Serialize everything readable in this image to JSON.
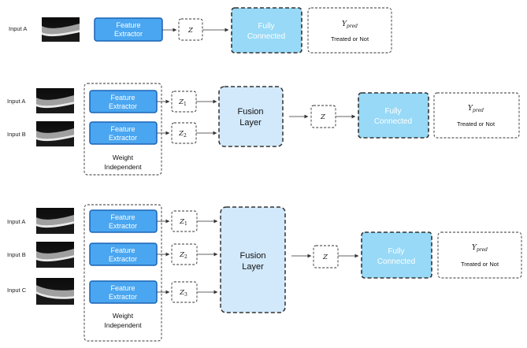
{
  "colors": {
    "feature_extractor_fill": "#4aa6f0",
    "feature_extractor_stroke": "#1b64b5",
    "fully_connected_fill": "#97d9f6",
    "fusion_fill": "#d2e9fb",
    "dashed_stroke": "#333333"
  },
  "labels": {
    "feature_extractor_line1": "Feature",
    "feature_extractor_line2": "Extractor",
    "fully_connected_line1": "Fully",
    "fully_connected_line2": "Connected",
    "fusion_line1": "Fusion",
    "fusion_line2": "Layer",
    "weight_independent_line1": "Weight",
    "weight_independent_line2": "Independent",
    "z": "Z",
    "y_pred_base": "Y",
    "y_pred_sub": "pred",
    "treated_or_not": "Treated or Not"
  },
  "panels": [
    {
      "inputs": [
        "Input A"
      ],
      "z_subscripts": []
    },
    {
      "inputs": [
        "Input A",
        "Input B"
      ],
      "z_subscripts": [
        "1",
        "2"
      ]
    },
    {
      "inputs": [
        "Input A",
        "Input B",
        "Input C"
      ],
      "z_subscripts": [
        "1",
        "2",
        "3"
      ]
    }
  ]
}
